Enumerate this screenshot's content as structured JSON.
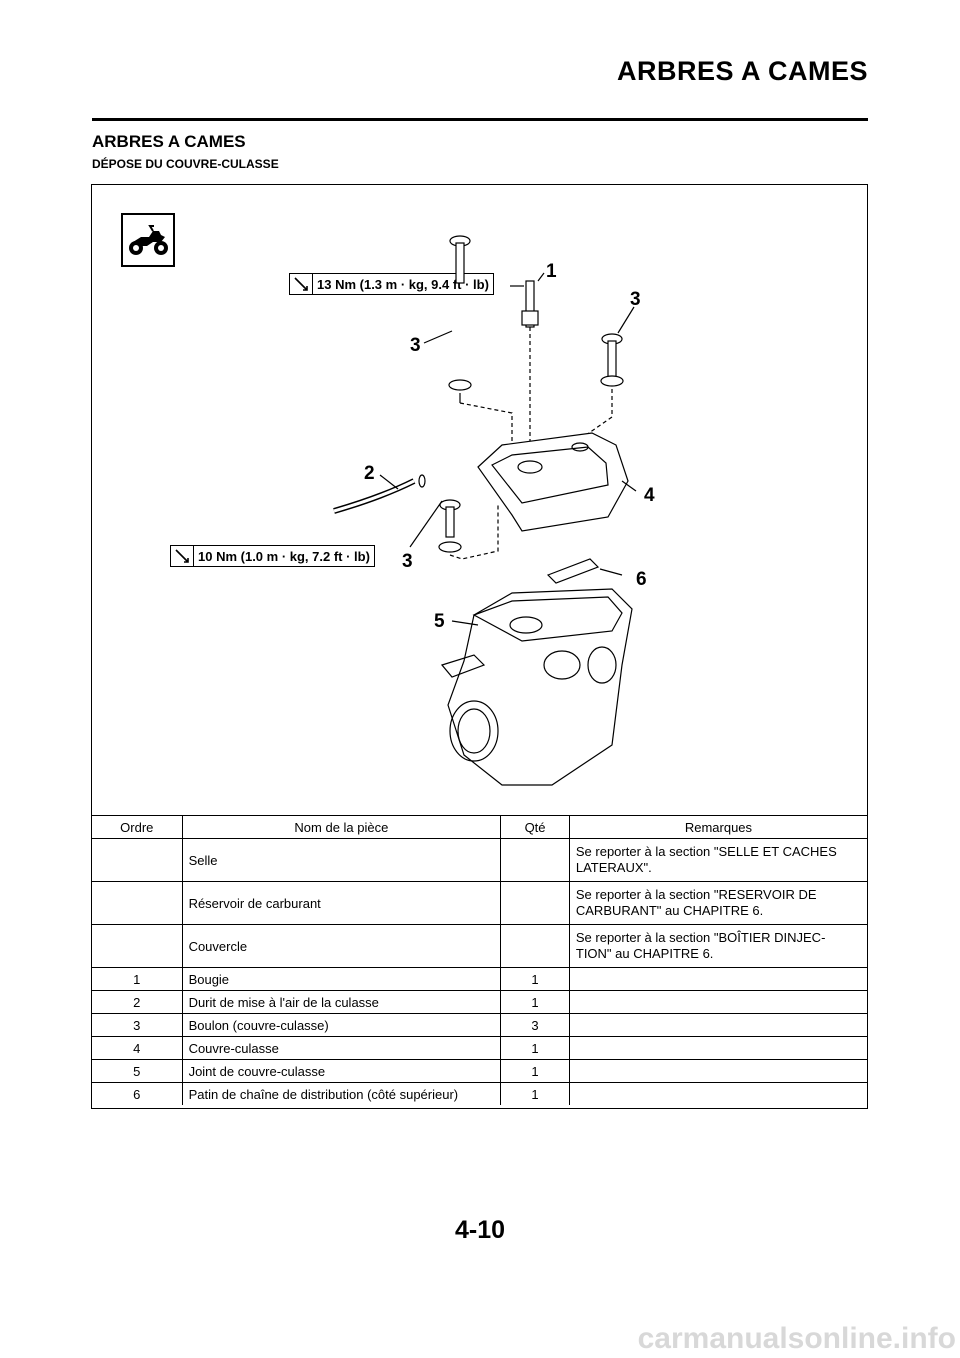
{
  "header": {
    "title": "ARBRES A CAMES"
  },
  "section": {
    "title": "ARBRES A CAMES",
    "subtitle": "DÉPOSE DU COUVRE-CULASSE"
  },
  "figure": {
    "torque_top": "13 Nm (1.3 m · kg, 9.4 ft · lb)",
    "torque_bottom": "10 Nm (1.0 m · kg, 7.2 ft · lb)",
    "callouts": [
      "1",
      "2",
      "3",
      "3",
      "3",
      "4",
      "5",
      "6"
    ],
    "icon": "motorcycle-icon"
  },
  "table": {
    "headers": [
      "Ordre",
      "Nom de la pièce",
      "Qté",
      "Remarques"
    ],
    "rows": [
      {
        "ordre": "",
        "nom": "Selle",
        "qte": "",
        "remarques": "Se reporter à la section \"SELLE ET CACHES LATERAUX\"."
      },
      {
        "ordre": "",
        "nom": "Réservoir de carburant",
        "qte": "",
        "remarques": "Se reporter à la section \"RESERVOIR DE CARBURANT\" au CHAPITRE 6."
      },
      {
        "ordre": "",
        "nom": "Couvercle",
        "qte": "",
        "remarques": "Se reporter à la section \"BOÎTIER DINJEC-TION\" au CHAPITRE 6."
      },
      {
        "ordre": "1",
        "nom": "Bougie",
        "qte": "1",
        "remarques": ""
      },
      {
        "ordre": "2",
        "nom": "Durit de mise à l'air de la culasse",
        "qte": "1",
        "remarques": ""
      },
      {
        "ordre": "3",
        "nom": "Boulon (couvre-culasse)",
        "qte": "3",
        "remarques": ""
      },
      {
        "ordre": "4",
        "nom": "Couvre-culasse",
        "qte": "1",
        "remarques": ""
      },
      {
        "ordre": "5",
        "nom": "Joint de couvre-culasse",
        "qte": "1",
        "remarques": ""
      },
      {
        "ordre": "6",
        "nom": "Patin de chaîne de distribution (côté supérieur)",
        "qte": "1",
        "remarques": ""
      }
    ]
  },
  "footer": {
    "page_number": "4-10",
    "watermark": "carmanualsonline.info"
  }
}
